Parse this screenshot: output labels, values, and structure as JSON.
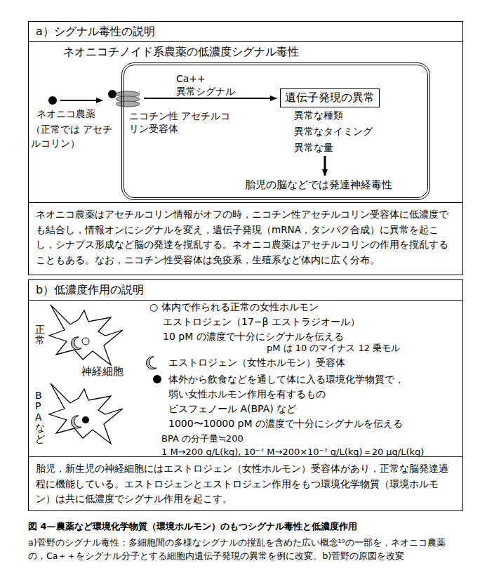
{
  "diagram": {
    "caption": "図 4—農薬など環境化学物質（環境ホルモン）のもつシグナル毒性と低濃度作用",
    "nodes": [
      {
        "text": [
          "a）シグナル毒性の説明"
        ]
      },
      {
        "text": [
          "Ca++",
          "異常シグナル",
          "ニコチン性 アセチルコリン受容体",
          "異常な種類",
          "異常なタイミング",
          "異常な量",
          "胎児の脳などでは発達神経毒性"
        ],
        "in": 0
      },
      {
        "text": [
          "遺伝子発現の異常"
        ],
        "in": 1
      },
      {
        "text": [
          "ネオニコ農薬はアセチルコリン情報がオフの時，ニコチン性アセチルコリン受容体に低濃度でも結合し，情報オンにシグナルを変え，遺伝子発現（mRNA，タンパク合成）に異常を起こし，シナプス形成など脳の発達を撹乱する。ネオニコ農薬はアセチルコリンの作用を撹乱することもある。なお，ニコチン性受容体は免疫系，生殖系など体内に広く分布。"
        ],
        "in": 0
      },
      {
        "text": [
          "b）低濃度作用の説明"
        ]
      },
      {
        "text": [
          "胎児，新生児の神経細胞にはエストロジェン（女性ホルモン）受容体があり，正常な脳発達過程に機能している。エストロジェンとエストロジェン作用をもつ環境化学物質（環境ホルモン）は共に低濃度でシグナル作用を起こす。"
        ],
        "in": 4
      }
    ],
    "labels": [
      "ネオニコチノイド系農薬の低濃度シグナル毒性",
      "ネオニコ農薬",
      "（正常では アセチルコリン）",
      "正常",
      "BPAなど",
      "神経細胞",
      "○ 体内で作られる正常の女性ホルモン",
      "エストロジェン（17−β エストラジオール）",
      "10 pM の濃度で十分にシグナルを伝える",
      "pM は 10 のマイナス 12 乗モル",
      "エストロジェン（女性ホルモン）受容体",
      "体外から飲食などを通して体に入る環境化学物質で，",
      "弱い女性ホルモン作用を有するもの",
      "ビスフェノール A(BPA) など",
      "1000〜10000 pM の濃度で十分にシグナルを伝える",
      "BPA の分子量≒200",
      "1 M→200 g/L(kg), 10⁻⁷ M→200×10⁻⁷ g/L(kg)＝20 μg/L(kg)",
      "a)菅野のシグナル毒性：多細胞間の多様なシグナルの撹乱を含めた広い概念¹⁹の一部を，ネオニコ農薬の，Ca＋＋をシグナル分子とする細胞内遺伝子発現の異常を例に改変。b)菅野の原図を改変"
    ]
  }
}
